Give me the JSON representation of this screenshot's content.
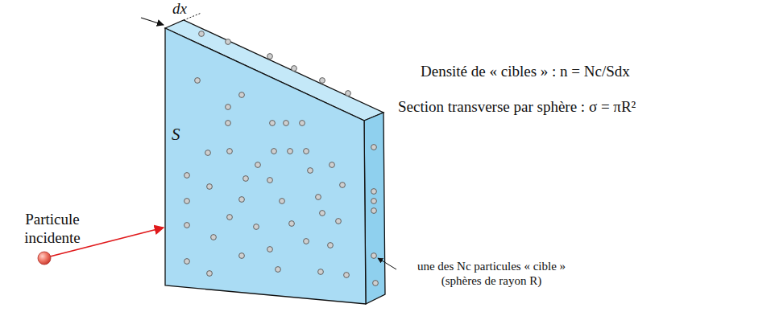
{
  "diagram": {
    "labels": [
      "dx",
      "S",
      "Densité de « cibles » : n = Nc/Sdx",
      "Section transverse par sphère : σ = πR²",
      "Particule incidente",
      "une des Nc particules « cible » (sphères de rayon R)"
    ]
  }
}
